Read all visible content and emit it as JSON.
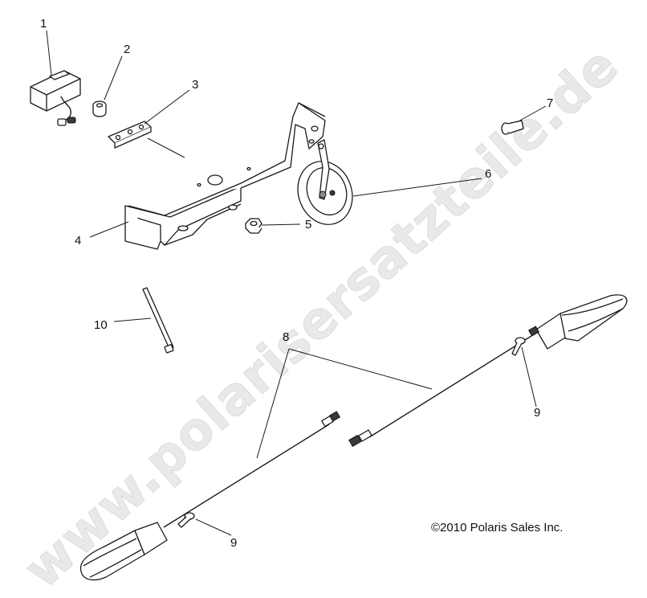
{
  "watermark": {
    "text": "www.polarisersatzteile.de",
    "color": "#e6e6e6"
  },
  "callouts": [
    {
      "id": "1",
      "label": "1"
    },
    {
      "id": "2",
      "label": "2"
    },
    {
      "id": "3",
      "label": "3"
    },
    {
      "id": "4",
      "label": "4"
    },
    {
      "id": "5",
      "label": "5"
    },
    {
      "id": "6",
      "label": "6"
    },
    {
      "id": "7",
      "label": "7"
    },
    {
      "id": "8",
      "label": "8"
    },
    {
      "id": "9a",
      "label": "9"
    },
    {
      "id": "9b",
      "label": "9"
    },
    {
      "id": "10",
      "label": "10"
    }
  ],
  "copyright": "©2010 Polaris Sales Inc."
}
